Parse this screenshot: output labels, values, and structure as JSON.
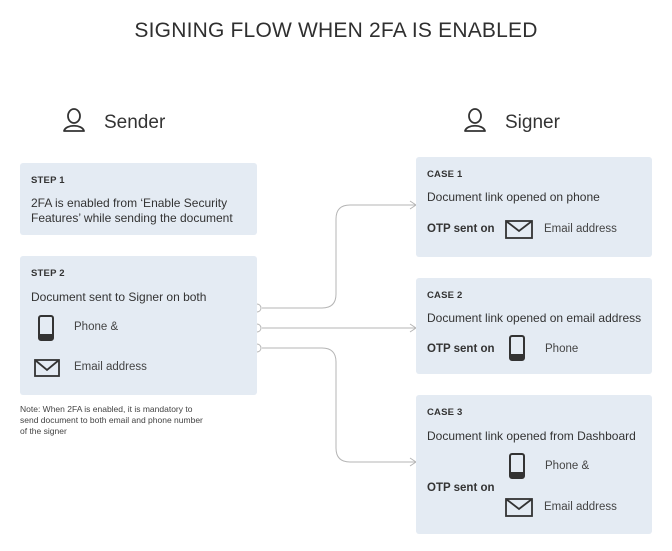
{
  "title": "SIGNING FLOW WHEN 2FA IS ENABLED",
  "sender": {
    "label": "Sender",
    "icon": "person-icon"
  },
  "signer": {
    "label": "Signer",
    "icon": "person-icon"
  },
  "step1": {
    "label": "STEP 1",
    "line1": "2FA is enabled from ‘Enable Security",
    "line2": "Features’ while sending the document"
  },
  "step2": {
    "label": "STEP 2",
    "text": "Document sent to Signer on both",
    "phone": "Phone &",
    "email": "Email address"
  },
  "note": {
    "line1": "Note: When 2FA is enabled, it is mandatory to",
    "line2": "send document to both email and phone number",
    "line3": "of the signer"
  },
  "case1": {
    "label": "CASE 1",
    "text": "Document link opened on phone",
    "otp": "OTP sent on",
    "channel": "Email address"
  },
  "case2": {
    "label": "CASE 2",
    "text": "Document link opened on email address",
    "otp": "OTP sent on",
    "channel": "Phone"
  },
  "case3": {
    "label": "CASE 3",
    "text": "Document link opened from Dashboard",
    "otp": "OTP sent on",
    "phone": "Phone &",
    "email": "Email address"
  },
  "colors": {
    "card_bg": "#e4ebf3",
    "connector": "#b5b5b5",
    "icon": "#333333"
  }
}
